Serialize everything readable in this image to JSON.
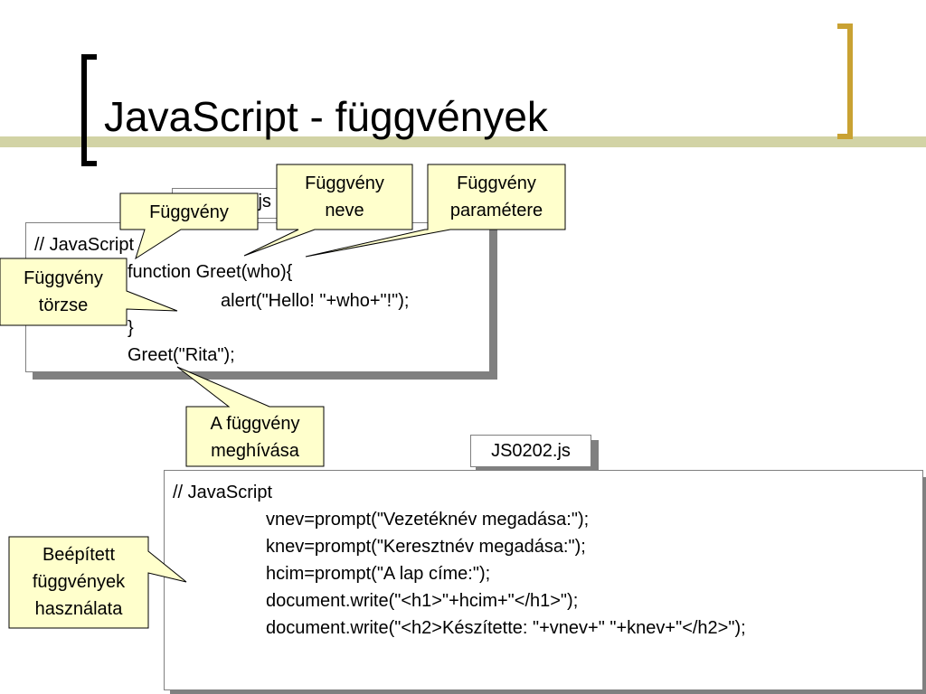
{
  "slide": {
    "title": "JavaScript - függvények"
  },
  "code1": {
    "filename": "JS0201.js",
    "lines": [
      "// JavaScript",
      "function Greet(who){",
      "alert(\"Hello! \"+who+\"!\");",
      "}",
      "Greet(\"Rita\");"
    ]
  },
  "code2": {
    "filename": "JS0202.js",
    "lines": [
      "// JavaScript",
      "vnev=prompt(\"Vezetéknév megadása:\");",
      "knev=prompt(\"Keresztnév megadása:\");",
      "hcim=prompt(\"A lap címe:\");",
      "document.write(\"<h1>\"+hcim+\"</h1>\");",
      "document.write(\"<h2>Készítette: \"+vnev+\" \"+knev+\"</h2>\");"
    ]
  },
  "callouts": {
    "fuggveny": [
      "Függvény"
    ],
    "fuggveny_neve": [
      "Függvény",
      "neve"
    ],
    "fuggveny_parametere": [
      "Függvény",
      "paramétere"
    ],
    "fuggveny_torzse": [
      "Függvény",
      "törzse"
    ],
    "fuggveny_meghivasa": [
      "A függvény",
      "meghívása"
    ],
    "beepitett": [
      "Beépített",
      "függvények",
      "használata"
    ]
  },
  "colors": {
    "callout_fill": "#ffffcc",
    "accent_bracket": "#c9a233",
    "title_stripe": "#d2d3a5"
  }
}
